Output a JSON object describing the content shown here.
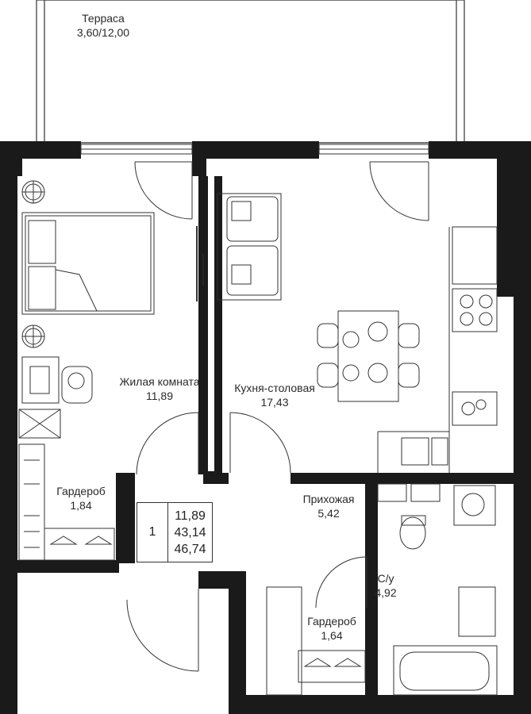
{
  "rooms": {
    "terrace": {
      "name": "Терраса",
      "area": "3,60/12,00"
    },
    "living": {
      "name": "Жилая комната",
      "area": "11,89"
    },
    "kitchen": {
      "name": "Кухня-столовая",
      "area": "17,43"
    },
    "wardrobe1": {
      "name": "Гардероб",
      "area": "1,84"
    },
    "hall": {
      "name": "Прихожая",
      "area": "5,42"
    },
    "bath": {
      "name": "С/у",
      "area": "4,92"
    },
    "wardrobe2": {
      "name": "Гардероб",
      "area": "1,64"
    }
  },
  "summary": {
    "rooms_count": "1",
    "living_area": "11,89",
    "total_area": "43,14",
    "total_with_terrace": "46,74"
  },
  "colors": {
    "wall": "#1a1a1a",
    "line": "#333333",
    "background": "#ffffff"
  }
}
